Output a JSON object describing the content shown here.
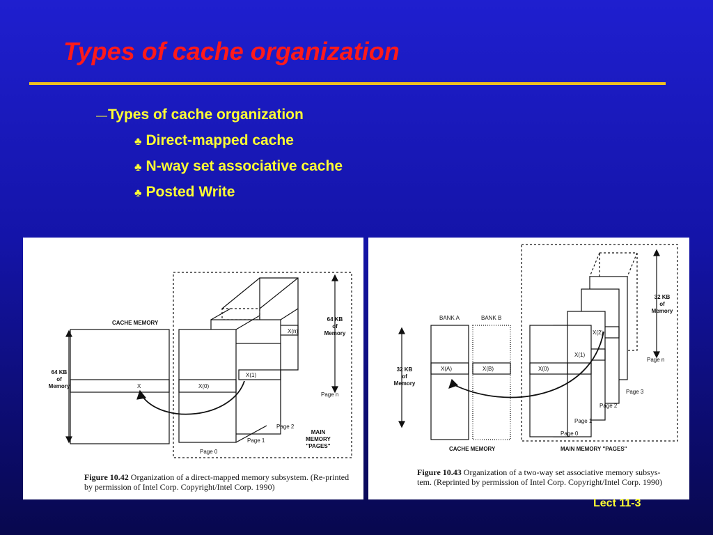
{
  "slide": {
    "title": "Types of cache organization",
    "footer": "Lect 11-3"
  },
  "bullets": {
    "dash": "—",
    "main": "Types of cache organization",
    "club": "♣",
    "items": [
      "Direct-mapped cache",
      "N-way set associative cache",
      "Posted Write"
    ]
  },
  "figure1": {
    "cache_label": "CACHE MEMORY",
    "size_left_1": "64 KB",
    "size_left_2": "of",
    "size_left_3": "Memory",
    "size_right_1": "64 KB",
    "size_right_2": "of",
    "size_right_3": "Memory",
    "cache_entry": "X",
    "page0_entry": "X(0)",
    "page1_entry": "X(1)",
    "pagen_entry": "X(n)",
    "page0": "Page 0",
    "page1": "Page 1",
    "page2": "Page 2",
    "pagen": "Page n",
    "main_1": "MAIN",
    "main_2": "MEMORY",
    "main_3": "\"PAGES\"",
    "caption_num": "Figure 10.42",
    "caption_text": "Organization of a direct-mapped memory subsystem. (Re-printed by permission of Intel Corp. Copyright/Intel Corp. 1990)"
  },
  "figure2": {
    "bank_a": "BANK A",
    "bank_b": "BANK B",
    "size_left_1": "32 KB",
    "size_left_2": "of",
    "size_left_3": "Memory",
    "size_right_1": "32 KB",
    "size_right_2": "of",
    "size_right_3": "Memory",
    "entry_a": "X(A)",
    "entry_b": "X(B)",
    "page0_entry": "X(0)",
    "page1_entry": "X(1)",
    "page2_entry": "X(2)",
    "page0": "Page 0",
    "page1": "Page 1",
    "page2": "Page 2",
    "page3": "Page 3",
    "pagen": "Page n",
    "cache_label": "CACHE MEMORY",
    "main_label": "MAIN MEMORY \"PAGES\"",
    "caption_num": "Figure 10.43",
    "caption_text": "Organization of a two-way set associative memory subsys-tem. (Reprinted by permission of Intel Corp. Copyright/Intel Corp. 1990)"
  }
}
